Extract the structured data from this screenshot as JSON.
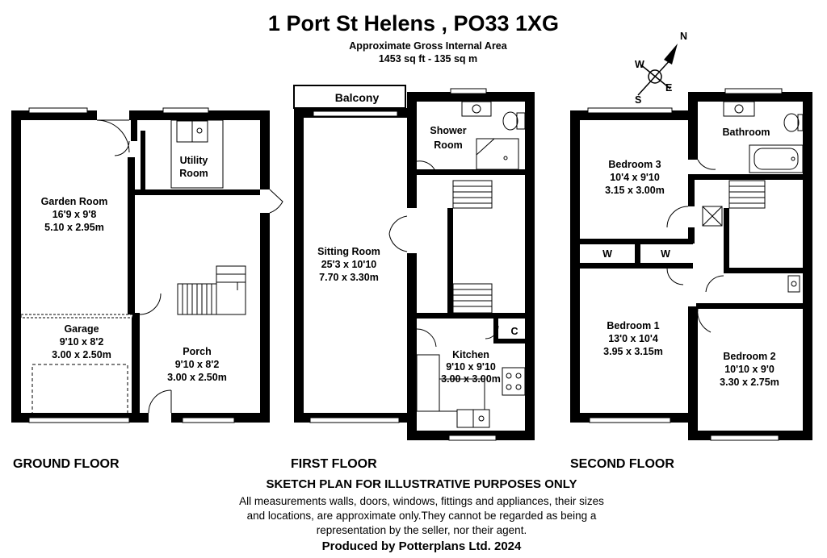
{
  "header": {
    "title": "1 Port St Helens , PO33 1XG",
    "area_label": "Approximate Gross Internal Area",
    "area_value": "1453 sq ft - 135 sq m"
  },
  "compass": {
    "n": "N",
    "e": "E",
    "s": "S",
    "w": "W"
  },
  "ground_floor": {
    "label": "GROUND FLOOR",
    "garden_room": {
      "name": "Garden Room",
      "imperial": "16'9 x 9'8",
      "metric": "5.10 x 2.95m"
    },
    "utility": {
      "line1": "Utility",
      "line2": "Room"
    },
    "garage": {
      "name": "Garage",
      "imperial": "9'10 x 8'2",
      "metric": "3.00 x 2.50m"
    },
    "porch": {
      "name": "Porch",
      "imperial": "9'10 x 8'2",
      "metric": "3.00 x 2.50m"
    }
  },
  "first_floor": {
    "label": "FIRST FLOOR",
    "balcony": "Balcony",
    "shower": {
      "line1": "Shower",
      "line2": "Room"
    },
    "sitting_room": {
      "name": "Sitting Room",
      "imperial": "25'3 x 10'10",
      "metric": "7.70 x 3.30m"
    },
    "kitchen": {
      "name": "Kitchen",
      "imperial": "9'10 x 9'10",
      "metric": "3.00 x 3.00m"
    },
    "cupboard": "C"
  },
  "second_floor": {
    "label": "SECOND FLOOR",
    "bathroom": "Bathroom",
    "bedroom3": {
      "name": "Bedroom 3",
      "imperial": "10'4 x 9'10",
      "metric": "3.15 x 3.00m"
    },
    "wardrobe1": "W",
    "wardrobe2": "W",
    "bedroom1": {
      "name": "Bedroom 1",
      "imperial": "13'0 x 10'4",
      "metric": "3.95 x 3.15m"
    },
    "bedroom2": {
      "name": "Bedroom 2",
      "imperial": "10'10 x 9'0",
      "metric": "3.30 x 2.75m"
    }
  },
  "footer": {
    "sketch": "SKETCH PLAN FOR ILLUSTRATIVE PURPOSES ONLY",
    "line1": "All measurements walls, doors, windows, fittings and appliances, their sizes",
    "line2": "and locations, are approximate only.They cannot be regarded as being a",
    "line3": "representation by the seller, nor their agent.",
    "produced": "Produced by Potterplans Ltd. 2024"
  }
}
